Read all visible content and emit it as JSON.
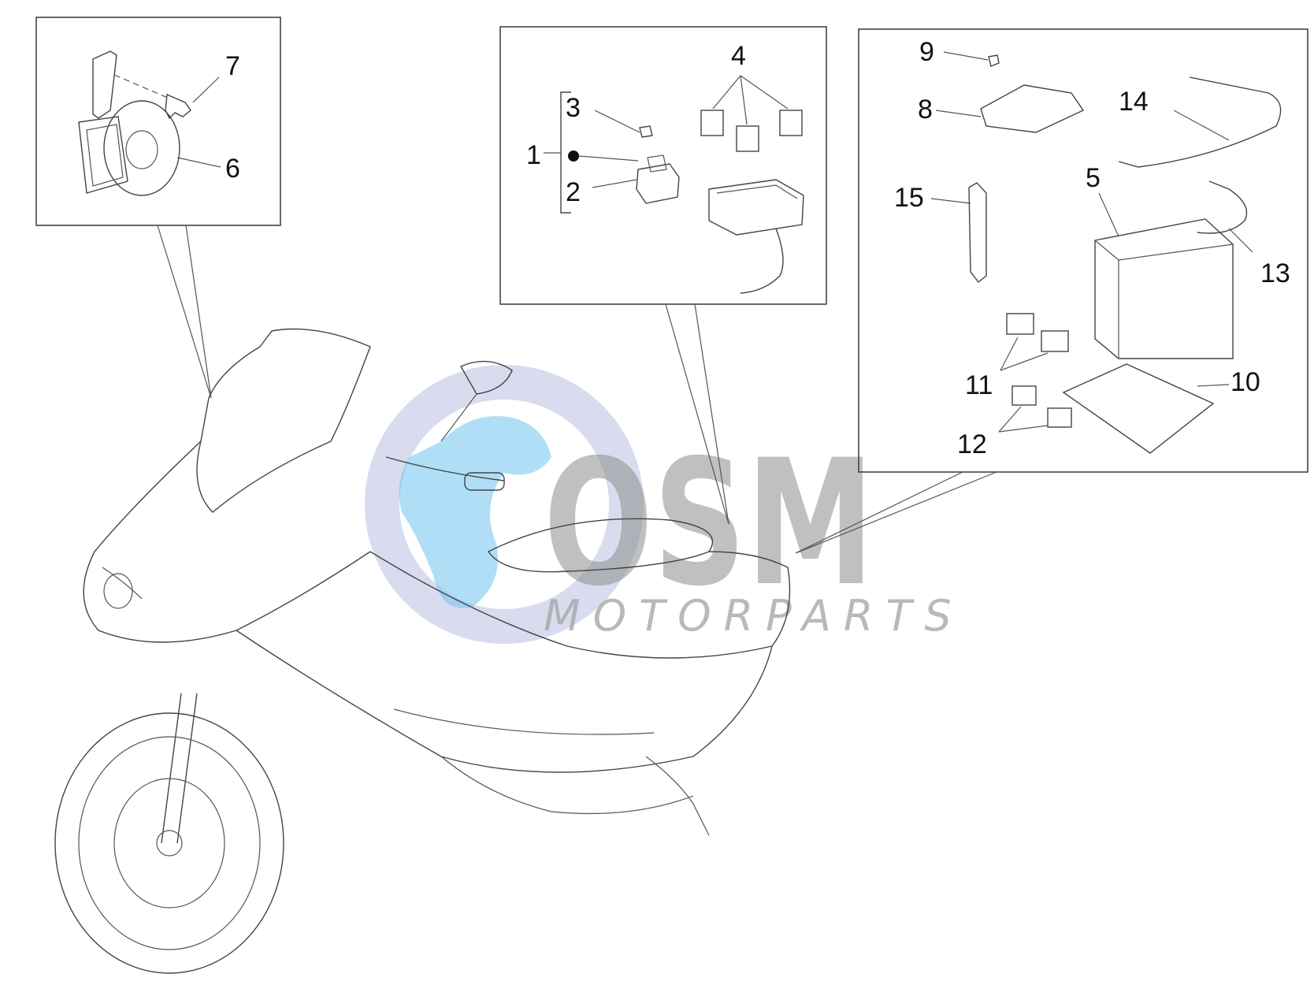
{
  "watermark": {
    "logo_text": "OSM",
    "sub_text": "MOTORPARTS",
    "globe_color": "#6fc3ef",
    "ring_color": "#c9cde8"
  },
  "callouts": [
    "1",
    "2",
    "3",
    "4",
    "5",
    "6",
    "7",
    "8",
    "9",
    "10",
    "11",
    "12",
    "13",
    "14",
    "15"
  ]
}
